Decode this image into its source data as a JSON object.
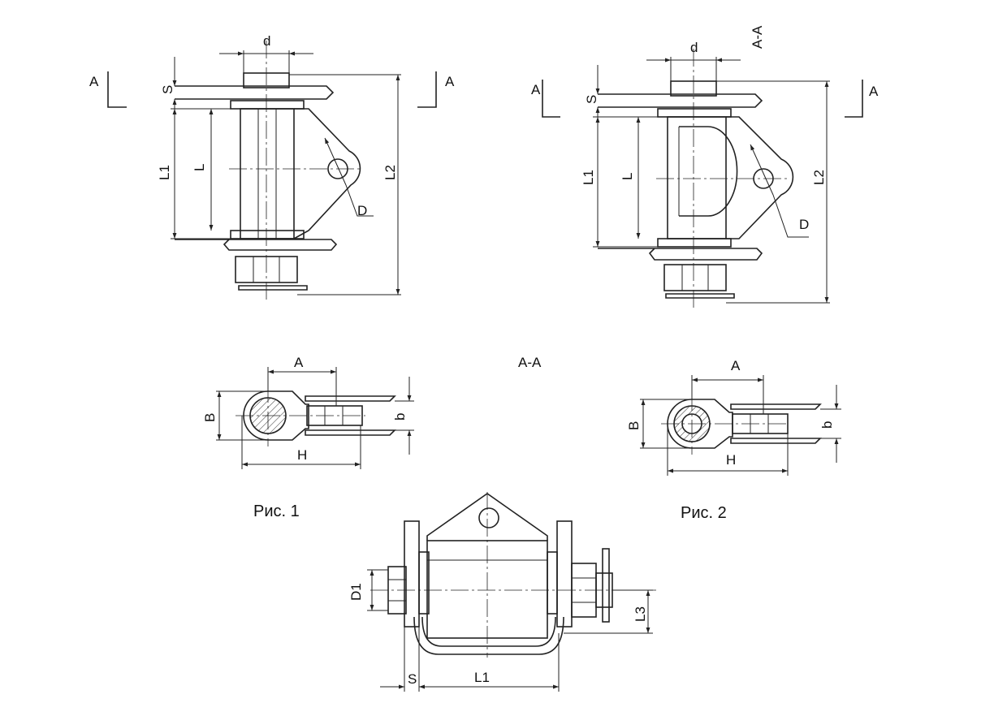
{
  "labels": {
    "d": "d",
    "S": "S",
    "L": "L",
    "L1_side": "L1",
    "L2_side": "L2",
    "D": "D",
    "A": "A",
    "AA": "A-A",
    "B": "B",
    "b": "b",
    "H": "H",
    "D1": "D1",
    "L3": "L3",
    "L1_bottom": "L1"
  },
  "captions": {
    "fig1": "Рис. 1",
    "fig2": "Рис. 2"
  },
  "colors": {
    "ink": "#222222",
    "paper": "#ffffff"
  }
}
